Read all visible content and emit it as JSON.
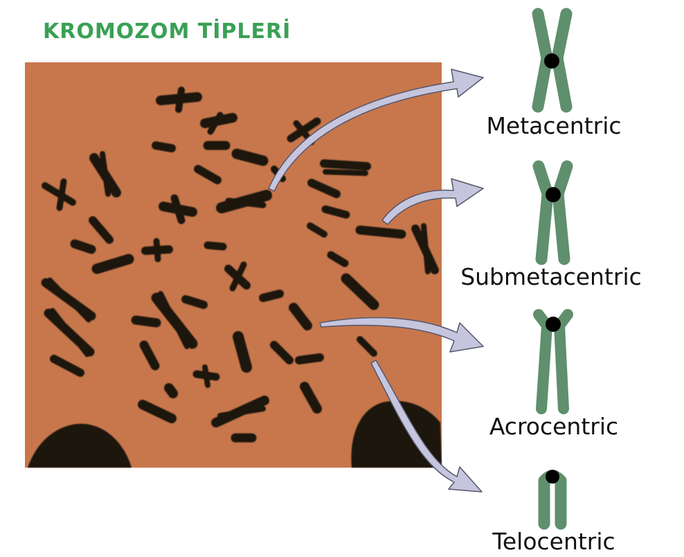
{
  "title": "KROMOZOM TİPLERİ",
  "colors": {
    "title": "#3aa055",
    "photo_background": "#c8774c",
    "chromosome_dark": "#1a1410",
    "diagram_green": "#5f8f6c",
    "centromere": "#000000",
    "arrow_fill": "#c6c5de",
    "arrow_stroke": "#55556a"
  },
  "photo": {
    "subject": "metaphase-chromosome-spread"
  },
  "chromosome_types": [
    {
      "id": "metacentric",
      "label": "Metacentric"
    },
    {
      "id": "submetacentric",
      "label": "Submetacentric"
    },
    {
      "id": "acrocentric",
      "label": "Acrocentric"
    },
    {
      "id": "telocentric",
      "label": "Telocentric"
    }
  ]
}
